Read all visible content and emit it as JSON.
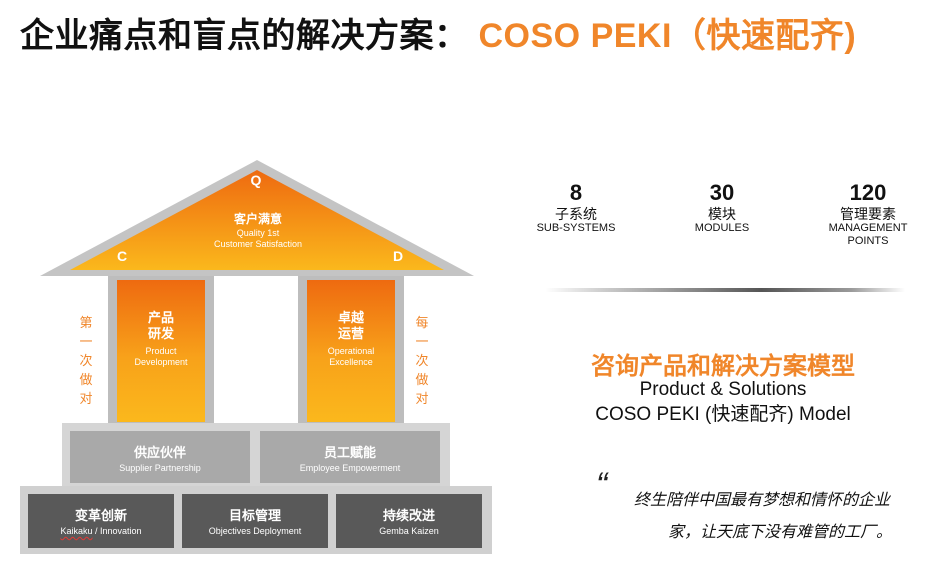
{
  "title": {
    "main": "企业痛点和盲点的解决方案：",
    "accent": "COSO PEKI（快速配齐)"
  },
  "colors": {
    "accent": "#f0862a",
    "roof_gradient_top": "#ee6a10",
    "roof_gradient_bottom": "#fbb81c",
    "gray_light": "#a9a9a9",
    "gray_dark": "#595959"
  },
  "house": {
    "roof": {
      "q": "Q",
      "c": "C",
      "d": "D",
      "label_zh": "客户满意",
      "label_en_1": "Quality 1st",
      "label_en_2": "Customer Satisfaction"
    },
    "pillars": [
      {
        "zh_1": "产品",
        "zh_2": "研发",
        "en_1": "Product",
        "en_2": "Development"
      },
      {
        "zh_1": "卓越",
        "zh_2": "运营",
        "en_1": "Operational",
        "en_2": "Excellence"
      }
    ],
    "side_left": [
      "第",
      "一",
      "次",
      "做",
      "对"
    ],
    "side_right": [
      "每",
      "一",
      "次",
      "做",
      "对"
    ],
    "tier2": [
      {
        "zh": "供应伙伴",
        "en": "Supplier Partnership"
      },
      {
        "zh": "员工赋能",
        "en": "Employee Empowerment"
      }
    ],
    "tier3": [
      {
        "zh": "变革创新",
        "en_underlined": "Kaikaku",
        "en_rest": " / Innovation"
      },
      {
        "zh": "目标管理",
        "en": "Objectives Deployment"
      },
      {
        "zh": "持续改进",
        "en": "Gemba Kaizen"
      }
    ]
  },
  "stats": [
    {
      "num": "8",
      "zh": "子系统",
      "en_1": "SUB-SYSTEMS",
      "en_2": ""
    },
    {
      "num": "30",
      "zh": "模块",
      "en_1": "MODULES",
      "en_2": ""
    },
    {
      "num": "120",
      "zh": "管理要素",
      "en_1": "MANAGEMENT",
      "en_2": "POINTS"
    }
  ],
  "model": {
    "zh": "咨询产品和解决方案模型",
    "en_1": "Product & Solutions",
    "en_2": "COSO PEKI (快速配齐) Model"
  },
  "quote": {
    "mark": "“",
    "line_1": "终生陪伴中国最有梦想和情怀的企业",
    "line_2": "家，让天底下没有难管的工厂。"
  }
}
